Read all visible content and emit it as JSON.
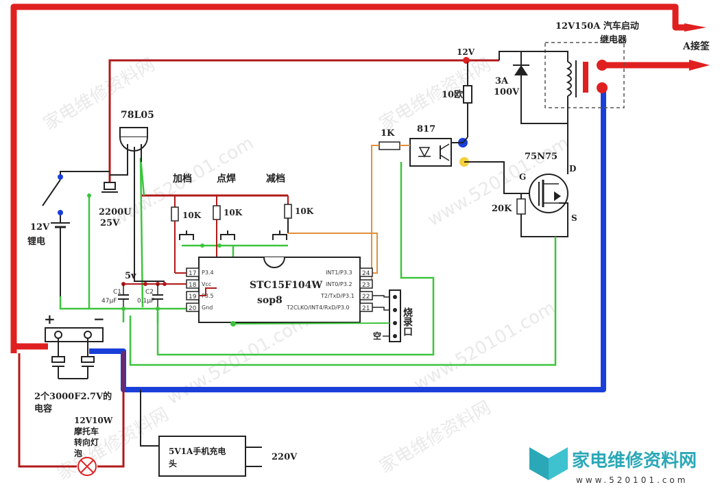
{
  "colors": {
    "red_wire": "#e02020",
    "dark_red_wire": "#b01818",
    "blue_wire": "#1a3fd8",
    "green_wire": "#3cc43c",
    "orange_wire": "#e0903a",
    "black_wire": "#222222",
    "logo_teal": "#2aa8b8"
  },
  "labels": {
    "relay": "12V150A 汽车启动",
    "relay2": "继电器",
    "battery_terminal": "A接筌",
    "v12_node": "12V",
    "res_10ou": "10欧",
    "diode": "3A",
    "diode2": "100V",
    "reg": "78L05",
    "opto": "817",
    "res_1k": "1K",
    "mosfet": "75N75",
    "gate": "G",
    "drain": "D",
    "source": "S",
    "res_20k": "20K",
    "btn_add": "加档",
    "btn_weld": "点焊",
    "btn_sub": "减档",
    "res_10k_a": "10K",
    "res_10k_b": "10K",
    "res_10k_c": "10K",
    "cap_2200": "2200U",
    "cap_2200_v": "25V",
    "battery": "12V",
    "battery2": "锂电",
    "v5": "5v",
    "c1": "C1",
    "c1_val": "47μF",
    "c2": "C2",
    "c2_val": "0.1μF",
    "plus": "+",
    "minus": "−",
    "mcu": "STC15F104W",
    "mcu_pkg": "sop8",
    "pin17": "17",
    "pin18": "18",
    "pin19": "19",
    "pin20": "20",
    "pin21": "21",
    "pin22": "22",
    "pin23": "23",
    "pin24": "24",
    "p34": "P3.4",
    "vcc": "Vcc",
    "p35": "P3.5",
    "gnd": "Gnd",
    "p33": "INT1/P3.3",
    "p32": "INT0/P3.2",
    "p31": "T2/TxD/P3.1",
    "p30": "T2CLKO/INT4/RxD/P3.0",
    "prog_port": "烧录口",
    "empty_pin": "空",
    "supercap": "2个3000F2.7V的",
    "supercap2": "电容",
    "bulb": "12V10W",
    "bulb2": "摩托车",
    "bulb3": "转向灯",
    "bulb4": "泡",
    "charger": "5V1A手机充电",
    "charger2": "头",
    "mains": "220V",
    "logo_cn": "家电维修资料网",
    "logo_url": "www.520101.com",
    "watermark": "家电维修资料网",
    "watermark_url": "www.520101.com"
  }
}
